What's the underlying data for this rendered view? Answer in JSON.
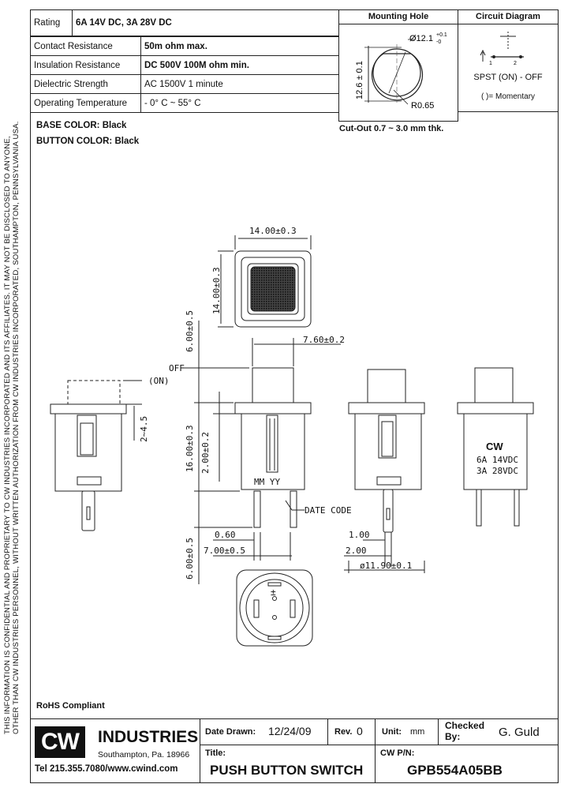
{
  "side_notice": {
    "line1": "THIS INFORMATION IS CONFIDENTIAL AND PROPRIETARY TO CW INDUSTRIES INCORPORATED AND ITS AFFILIATES.  IT MAY NOT BE DISCLOSED TO ANYONE,",
    "line2": "OTHER THAN CW INDUSTRIES PERSONNEL, WITHOUT WRITTEN AUTHORIZATION FROM CW INDUSTRIES INCORPORATED, SOUTHAMPTON, PENNSYLVANIA USA."
  },
  "specs": [
    {
      "label": "Rating",
      "value": "6A 14V DC, 3A 28V DC"
    },
    {
      "label": "Contact Resistance",
      "value": "50m ohm max."
    },
    {
      "label": "Insulation Resistance",
      "value": "DC 500V 100M ohm min."
    },
    {
      "label": "Dielectric Strength",
      "value": "AC 1500V 1 minute"
    },
    {
      "label": "Operating Temperature",
      "value": "- 0° C ~ 55° C"
    }
  ],
  "colors": {
    "base": "BASE COLOR: Black",
    "button": "BUTTON COLOR: Black"
  },
  "mounting_hole": {
    "title": "Mounting Hole",
    "diameter": "Ø12.1",
    "tol_plus": "+0.1",
    "tol_minus": "-0",
    "height": "12.6 ± 0.1",
    "radius": "R0.65",
    "cutout": "Cut-Out  0.7 ~ 3.0 mm thk."
  },
  "circuit": {
    "title": "Circuit Diagram",
    "pin1": "1",
    "pin2": "2",
    "type": "SPST  (ON) - OFF",
    "note": "( )= Momentary"
  },
  "dimensions": {
    "top_width": "14.00±0.3",
    "top_height": "14.00±0.3",
    "button_width": "7.60±0.2",
    "button_height": "6.00±0.5",
    "off_label": "OFF",
    "on_label": "(ON)",
    "travel": "2~4.5",
    "body_height": "16.00±0.3",
    "flange": "2.00±0.2",
    "mm_yy": "MM  YY",
    "date_code": "DATE CODE",
    "terminal_w": "0.60",
    "terminal_spacing": "7.00±0.5",
    "terminal_len": "6.00±0.5",
    "dim_100": "1.00",
    "dim_200": "2.00",
    "body_dia": "ø11.90±0.1",
    "side_logo": "CW",
    "side_rating1": "6A 14VDC",
    "side_rating2": "3A 28VDC"
  },
  "rohs": "RoHS Compliant",
  "title_block": {
    "company": "INDUSTRIES",
    "logo": "CW",
    "address": "Southampton, Pa. 18966",
    "contact": "Tel 215.355.7080/www.cwind.com",
    "date_label": "Date Drawn:",
    "date_value": "12/24/09",
    "rev_label": "Rev.",
    "rev_value": "0",
    "unit_label": "Unit:",
    "unit_value": "mm",
    "checked_label1": "Checked",
    "checked_label2": "By:",
    "checked_value": "G. Guld",
    "title_label": "Title:",
    "title_value": "PUSH BUTTON SWITCH",
    "pn_label": "CW P/N:",
    "pn_value": "GPB554A05BB"
  }
}
